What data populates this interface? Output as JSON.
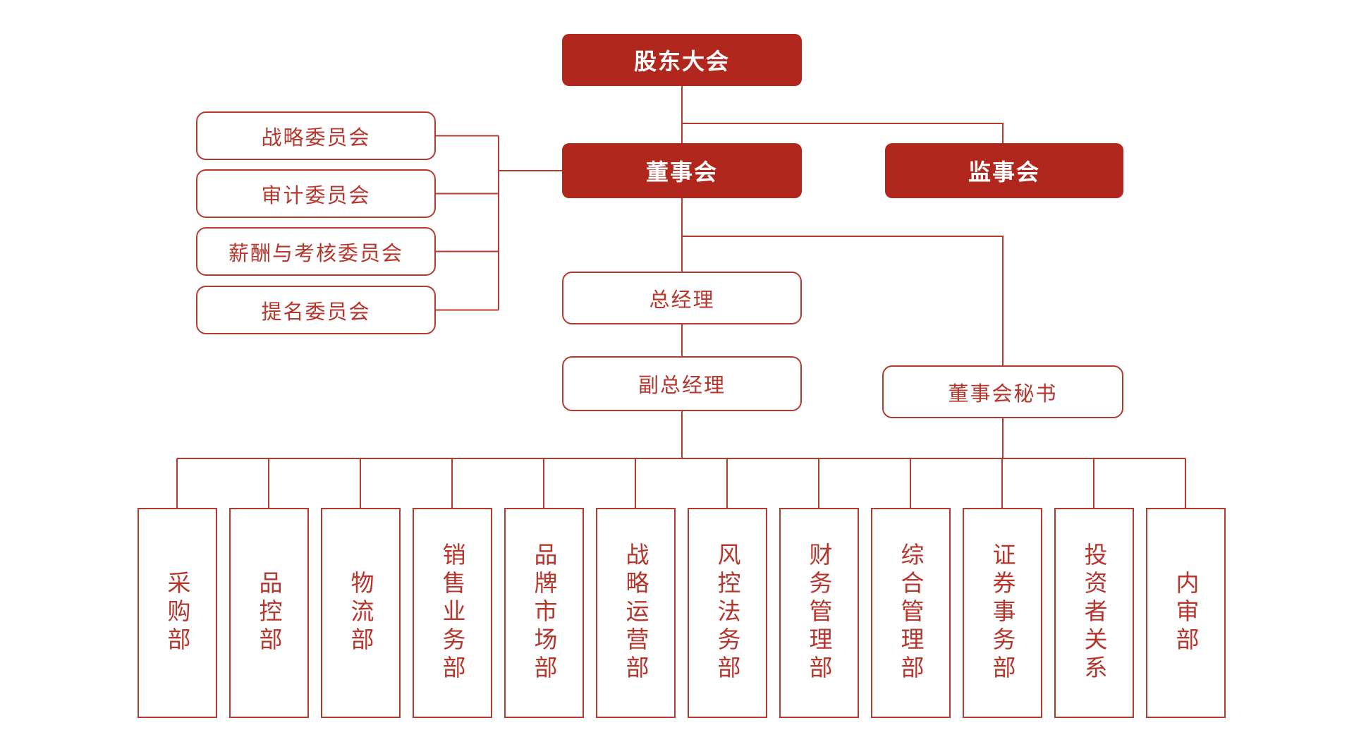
{
  "colors": {
    "fill_red": "#B1271D",
    "line_red": "#B43A30",
    "text_red": "#B5362C"
  },
  "nodes": {
    "shareholders": {
      "label": "股东大会"
    },
    "board": {
      "label": "董事会"
    },
    "supervisory": {
      "label": "监事会"
    },
    "general_manager": {
      "label": "总经理"
    },
    "deputy_general_manager": {
      "label": "副总经理"
    },
    "board_secretary": {
      "label": "董事会秘书"
    }
  },
  "committees": [
    {
      "label": "战略委员会"
    },
    {
      "label": "审计委员会"
    },
    {
      "label": "薪酬与考核委员会"
    },
    {
      "label": "提名委员会"
    }
  ],
  "departments": [
    {
      "label": "采购部"
    },
    {
      "label": "品控部"
    },
    {
      "label": "物流部"
    },
    {
      "label": "销售业务部"
    },
    {
      "label": "品牌市场部"
    },
    {
      "label": "战略运营部"
    },
    {
      "label": "风控法务部"
    },
    {
      "label": "财务管理部"
    },
    {
      "label": "综合管理部"
    },
    {
      "label": "证券事务部"
    },
    {
      "label": "投资者关系"
    },
    {
      "label": "内审部"
    }
  ]
}
